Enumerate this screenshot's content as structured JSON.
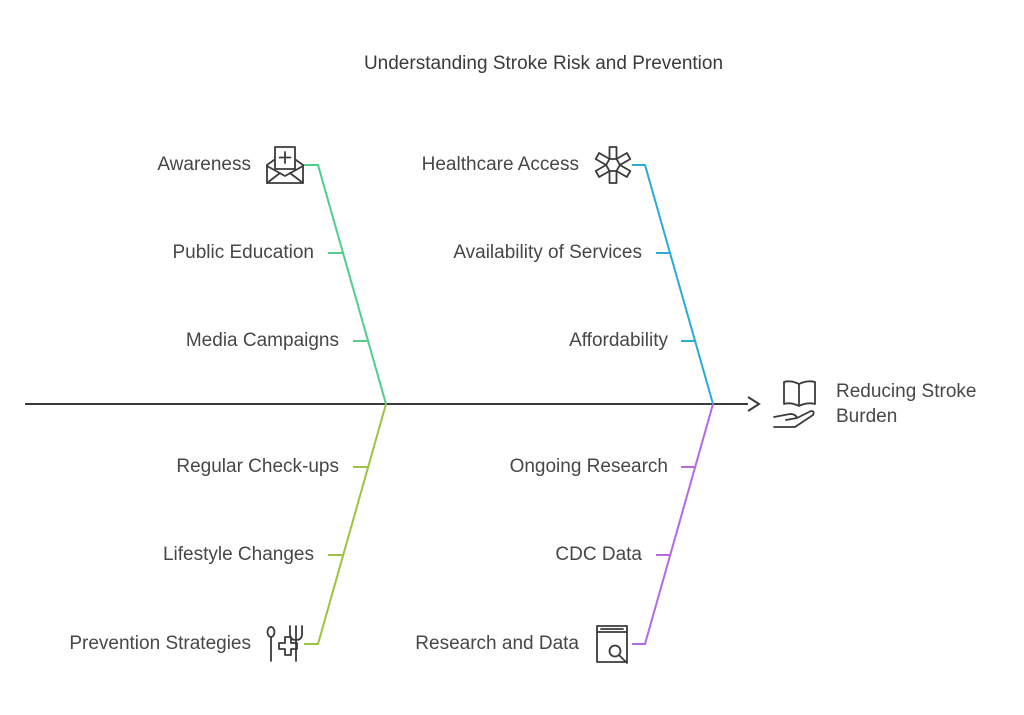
{
  "title": "Understanding Stroke Risk and Prevention",
  "effect": {
    "label_line1": "Reducing Stroke",
    "label_line2": "Burden",
    "icon": "hand-book-icon"
  },
  "spine_color": "#3b3b3b",
  "categories": [
    {
      "name": "Awareness",
      "icon": "envelope-plus-icon",
      "color": "#4fcf8a",
      "causes": [
        "Public Education",
        "Media Campaigns"
      ]
    },
    {
      "name": "Healthcare Access",
      "icon": "asterisk-medical-icon",
      "color": "#2aaad8",
      "causes": [
        "Availability of Services",
        "Affordability"
      ]
    },
    {
      "name": "Prevention Strategies",
      "icon": "utensils-health-icon",
      "color": "#9ac441",
      "causes": [
        "Regular Check-ups",
        "Lifestyle Changes"
      ]
    },
    {
      "name": "Research and Data",
      "icon": "book-search-icon",
      "color": "#b36ae2",
      "causes": [
        "Ongoing Research",
        "CDC Data"
      ]
    }
  ]
}
